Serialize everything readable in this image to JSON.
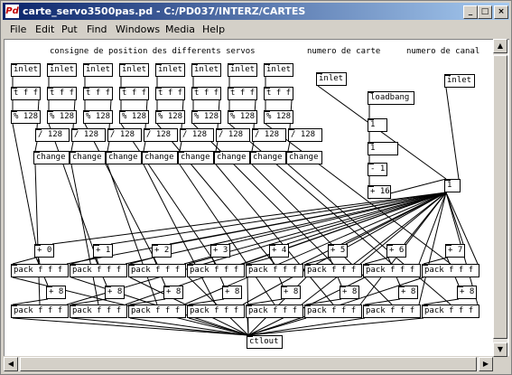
{
  "window": {
    "title": "carte_servo3500pas.pd  -  C:/PD037/INTERZ/CARTES",
    "icon_text": "Pd",
    "buttons": {
      "minimize": "_",
      "maximize": "□",
      "close": "×"
    }
  },
  "menu": [
    "File",
    "Edit",
    "Put",
    "Find",
    "Windows",
    "Media",
    "Help"
  ],
  "comments": {
    "positions": "consigne de position des differents servos",
    "card": "numero de carte",
    "channel": "numero de canal"
  },
  "servo": {
    "inlet": "inlet",
    "trigger": "t f f",
    "mod": "% 128",
    "div": "/ 128",
    "change": "change"
  },
  "card_chain": {
    "inlet": "inlet",
    "loadbang": "loadbang",
    "msg1": "1",
    "num1": "1",
    "minus": "- 1",
    "plus16": "+ 16"
  },
  "channel": {
    "inlet": "inlet",
    "num": "1"
  },
  "adders": [
    "+ 0",
    "+ 1",
    "+ 2",
    "+ 3",
    "+ 4",
    "+ 5",
    "+ 6",
    "+ 7"
  ],
  "pack": "pack f f f",
  "plus8": "+ 8",
  "ctlout": "ctlout"
}
